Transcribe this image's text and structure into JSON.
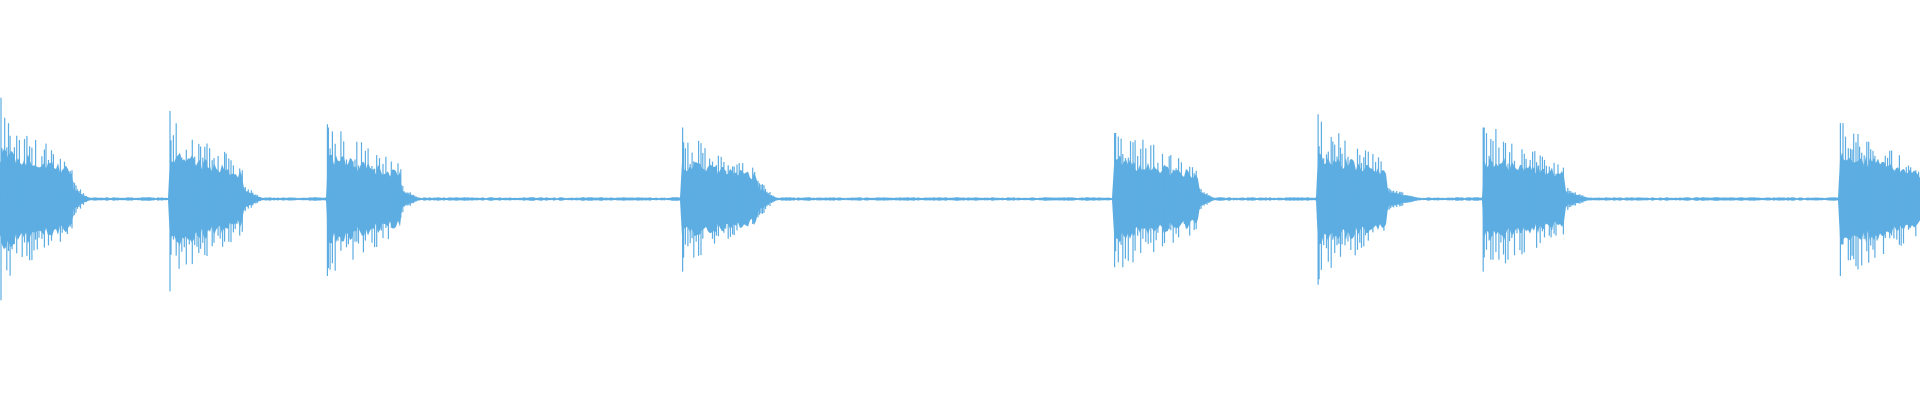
{
  "waveform": {
    "color": "#5dade2",
    "background": "#ffffff",
    "duration_fraction_visible": 1.0,
    "bursts": [
      {
        "start": 0.0,
        "attack": 0.005,
        "sustain_end": 0.038,
        "release_end": 0.048,
        "peak": 0.58,
        "body": 0.36,
        "tail": 0.14,
        "max_high": 0.92,
        "max_low": 0.92
      },
      {
        "start": 0.088,
        "attack": 0.004,
        "sustain_end": 0.127,
        "release_end": 0.138,
        "peak": 0.55,
        "body": 0.33,
        "tail": 0.12,
        "max_high": 0.8,
        "max_low": 0.84
      },
      {
        "start": 0.17,
        "attack": 0.004,
        "sustain_end": 0.209,
        "release_end": 0.22,
        "peak": 0.52,
        "body": 0.32,
        "tail": 0.11,
        "max_high": 0.68,
        "max_low": 0.7
      },
      {
        "start": 0.355,
        "attack": 0.004,
        "sustain_end": 0.394,
        "release_end": 0.406,
        "peak": 0.45,
        "body": 0.3,
        "tail": 0.18,
        "max_high": 0.65,
        "max_low": 0.66
      },
      {
        "start": 0.58,
        "attack": 0.004,
        "sustain_end": 0.624,
        "release_end": 0.634,
        "peak": 0.5,
        "body": 0.32,
        "tail": 0.1,
        "max_high": 0.6,
        "max_low": 0.62
      },
      {
        "start": 0.686,
        "attack": 0.004,
        "sustain_end": 0.722,
        "release_end": 0.742,
        "peak": 0.55,
        "body": 0.34,
        "tail": 0.11,
        "max_high": 0.77,
        "max_low": 0.78
      },
      {
        "start": 0.772,
        "attack": 0.004,
        "sustain_end": 0.815,
        "release_end": 0.83,
        "peak": 0.52,
        "body": 0.33,
        "tail": 0.1,
        "max_high": 0.65,
        "max_low": 0.66
      },
      {
        "start": 0.958,
        "attack": 0.004,
        "sustain_end": 1.0,
        "release_end": 1.0,
        "peak": 0.55,
        "body": 0.34,
        "tail": 0.2,
        "max_high": 0.69,
        "max_low": 0.7
      }
    ],
    "noise_floor": 0.012
  }
}
